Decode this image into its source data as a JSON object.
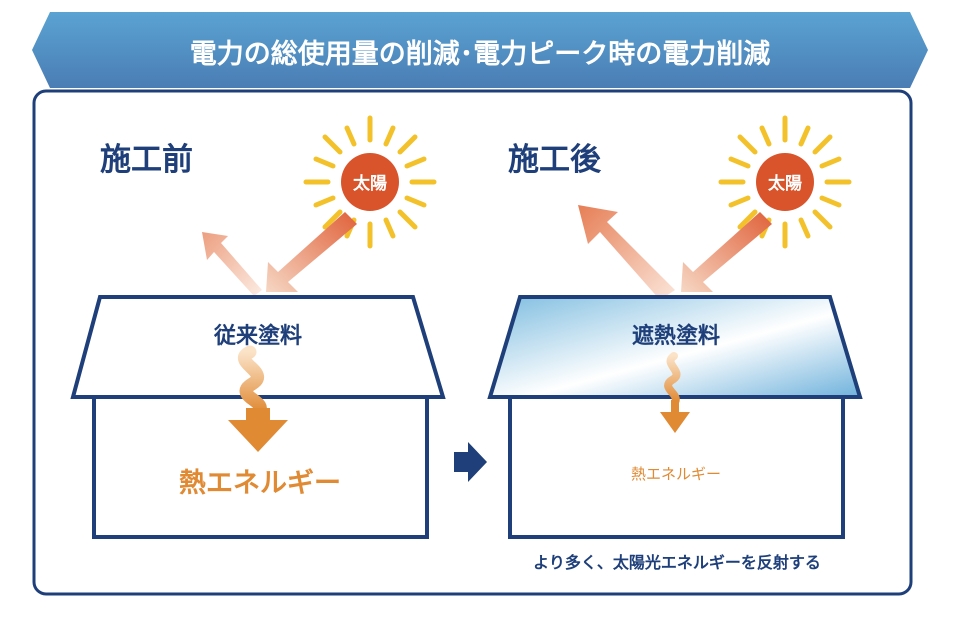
{
  "banner": {
    "title": "電力の総使用量の削減･電力ピーク時の電力削減"
  },
  "before": {
    "heading": "施工前",
    "sun_label": "太陽",
    "roof_label": "従来塗料",
    "heat_label": "熱エネルギー"
  },
  "after": {
    "heading": "施工後",
    "sun_label": "太陽",
    "roof_label": "遮熱塗料",
    "heat_label": "熱エネルギー",
    "caption": "より多く、太陽光エネルギーを反射する"
  },
  "colors": {
    "navy": "#1e3f7a",
    "banner_top": "#5aa3d2",
    "banner_bottom": "#4a7db4",
    "sun": "#d9542a",
    "ray": "#f3c22a",
    "heat": "#e08a34"
  }
}
